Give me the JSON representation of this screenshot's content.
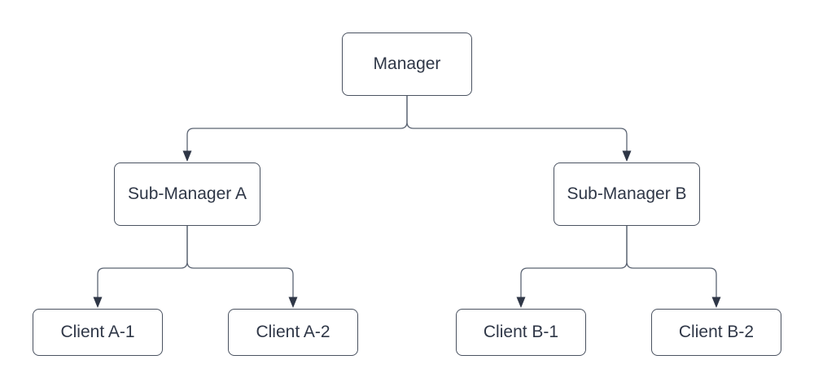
{
  "diagram": {
    "kind": "org-chart-hierarchy",
    "colors": {
      "background": "#ffffff",
      "node_fill": "#ffffff",
      "node_border": "#4a5260",
      "node_text": "#2f3747",
      "connector": "#5a6372",
      "arrowhead": "#2f3747"
    },
    "nodes": [
      {
        "id": "manager",
        "label": "Manager",
        "level": 1
      },
      {
        "id": "sub-manager-a",
        "label": "Sub-Manager A",
        "level": 2
      },
      {
        "id": "sub-manager-b",
        "label": "Sub-Manager B",
        "level": 2
      },
      {
        "id": "client-a-1",
        "label": "Client A-1",
        "level": 3
      },
      {
        "id": "client-a-2",
        "label": "Client A-2",
        "level": 3
      },
      {
        "id": "client-b-1",
        "label": "Client B-1",
        "level": 3
      },
      {
        "id": "client-b-2",
        "label": "Client B-2",
        "level": 3
      }
    ],
    "edges": [
      {
        "from": "manager",
        "to": "sub-manager-a",
        "arrow": "filled-triangle"
      },
      {
        "from": "manager",
        "to": "sub-manager-b",
        "arrow": "filled-triangle"
      },
      {
        "from": "sub-manager-a",
        "to": "client-a-1",
        "arrow": "filled-triangle"
      },
      {
        "from": "sub-manager-a",
        "to": "client-a-2",
        "arrow": "filled-triangle"
      },
      {
        "from": "sub-manager-b",
        "to": "client-b-1",
        "arrow": "filled-triangle"
      },
      {
        "from": "sub-manager-b",
        "to": "client-b-2",
        "arrow": "filled-triangle"
      }
    ]
  }
}
